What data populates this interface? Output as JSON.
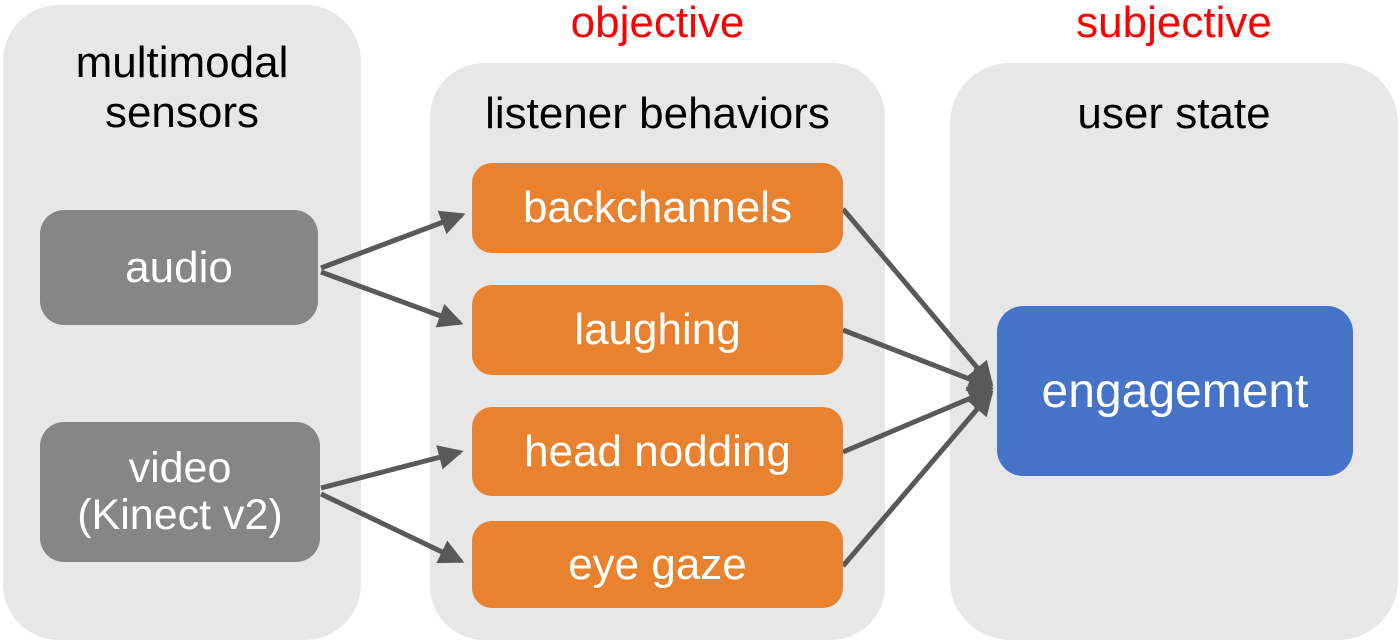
{
  "figure": {
    "colors": {
      "background": "#ffffff",
      "panel_bg": "#e8e7e7",
      "sensor_box": "#868686",
      "behavior_box": "#e8822e",
      "state_box": "#4573c8",
      "arrow": "#595959",
      "annotation_red": "#ff0000",
      "title_text": "#000000",
      "box_text": "#ffffff"
    },
    "columns": [
      {
        "id": "multimodal-sensors",
        "header_label": "",
        "title": "multimodal sensors",
        "title_lines": [
          "multimodal",
          "sensors"
        ],
        "nodes": [
          {
            "id": "audio",
            "label": "audio",
            "lines": [
              "audio"
            ]
          },
          {
            "id": "video",
            "label": "video (Kinect v2)",
            "lines": [
              "video",
              "(Kinect v2)"
            ]
          }
        ]
      },
      {
        "id": "listener-behaviors",
        "header_label": "objective",
        "title": "listener behaviors",
        "nodes": [
          {
            "id": "backchannels",
            "label": "backchannels"
          },
          {
            "id": "laughing",
            "label": "laughing"
          },
          {
            "id": "head-nodding",
            "label": "head nodding"
          },
          {
            "id": "eye-gaze",
            "label": "eye gaze"
          }
        ]
      },
      {
        "id": "user-state",
        "header_label": "subjective",
        "title": "user state",
        "nodes": [
          {
            "id": "engagement",
            "label": "engagement"
          }
        ]
      }
    ],
    "edges": [
      {
        "from": "audio",
        "to": "backchannels"
      },
      {
        "from": "audio",
        "to": "laughing"
      },
      {
        "from": "video",
        "to": "head-nodding"
      },
      {
        "from": "video",
        "to": "eye-gaze"
      },
      {
        "from": "backchannels",
        "to": "engagement"
      },
      {
        "from": "laughing",
        "to": "engagement"
      },
      {
        "from": "head-nodding",
        "to": "engagement"
      },
      {
        "from": "eye-gaze",
        "to": "engagement"
      }
    ]
  }
}
